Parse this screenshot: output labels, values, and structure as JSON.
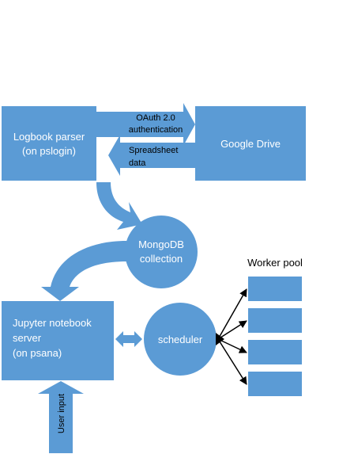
{
  "colors": {
    "shape_fill": "#5b9bd5",
    "arrow_black": "#000000",
    "background": "#ffffff"
  },
  "nodes": {
    "logbook_parser": {
      "line1": "Logbook parser",
      "line2": "(on pslogin)"
    },
    "google_drive": {
      "label": "Google Drive"
    },
    "mongodb": {
      "line1": "MongoDB",
      "line2": "collection"
    },
    "jupyter": {
      "line1": "Jupyter notebook",
      "line2": "server",
      "line3": "(on psana)"
    },
    "scheduler": {
      "label": "scheduler"
    },
    "worker_pool": {
      "title": "Worker pool",
      "count": 4
    }
  },
  "edges": {
    "oauth": {
      "line1": "OAuth 2.0",
      "line2": "authentication"
    },
    "spreadsheet": {
      "line1": "Spreadsheet",
      "line2": "data"
    },
    "user_input": {
      "label": "User input"
    }
  }
}
